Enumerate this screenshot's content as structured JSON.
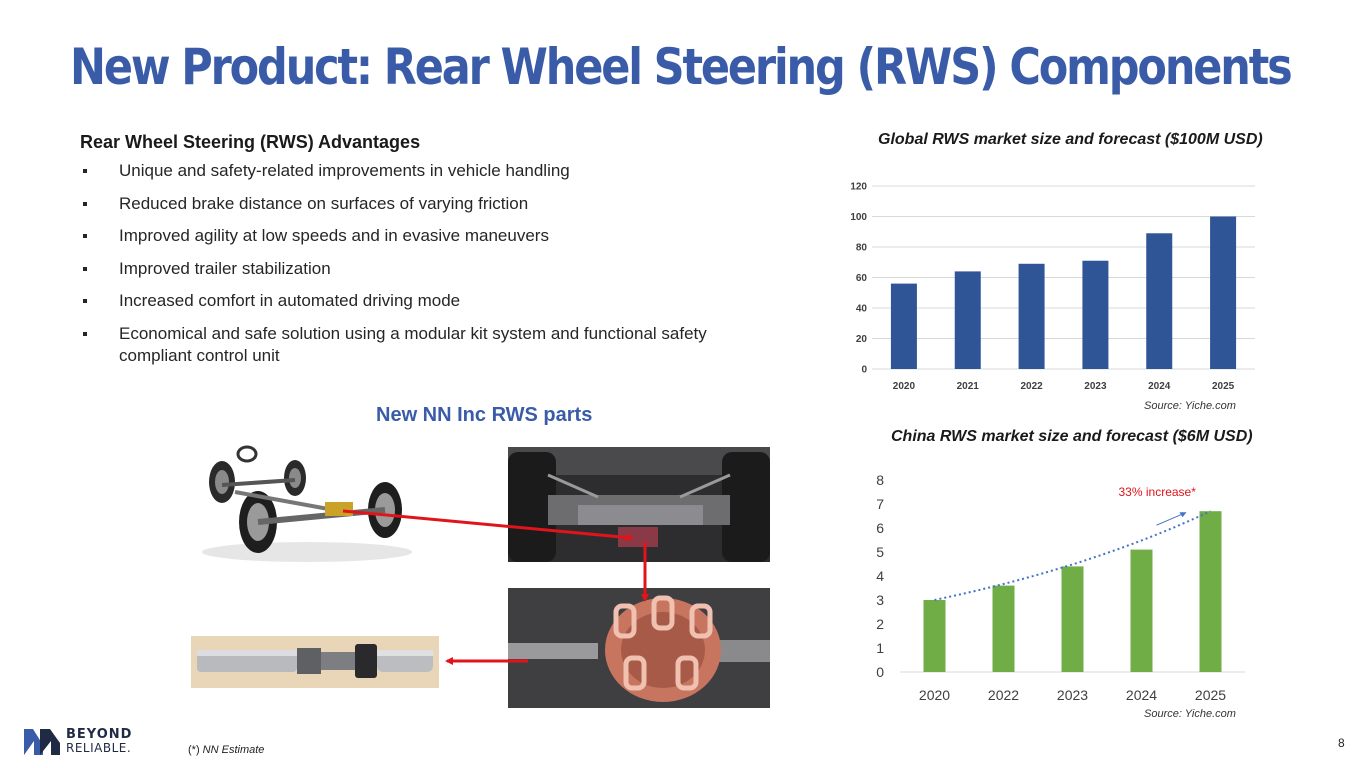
{
  "slide": {
    "title": "New Product: Rear Wheel Steering (RWS) Components",
    "page_number": "8",
    "footnote_prefix": "(*) ",
    "footnote_text": "NN Estimate"
  },
  "advantages": {
    "heading": "Rear Wheel Steering (RWS) Advantages",
    "items": [
      "Unique and safety-related improvements in vehicle handling",
      "Reduced brake distance on surfaces of varying friction",
      "Improved agility at low speeds and in evasive maneuvers",
      "Improved trailer stabilization",
      "Increased comfort in automated driving mode",
      "Economical and safe solution using a modular kit system and functional safety compliant control unit"
    ]
  },
  "parts": {
    "title": "New NN Inc RWS parts"
  },
  "logo": {
    "word1": "BEYOND",
    "word2": "RELIABLE."
  },
  "colors": {
    "brand_blue": "#3a5ca8",
    "global_bar": "#2f5597",
    "china_bar": "#70ad47",
    "arrow_red": "#e0141a",
    "annotation_red": "#e0141a"
  },
  "chart_data": [
    {
      "type": "bar",
      "title": "Global RWS market size and forecast ($100M USD)",
      "source": "Source: Yiche.com",
      "categories": [
        "2020",
        "2021",
        "2022",
        "2023",
        "2024",
        "2025"
      ],
      "values": [
        56,
        64,
        69,
        71,
        89,
        100
      ],
      "yticks": [
        "0",
        "20",
        "40",
        "60",
        "80",
        "100",
        "120"
      ],
      "ylim": [
        0,
        120
      ],
      "grid": true,
      "legend": "none"
    },
    {
      "type": "bar",
      "title": "China RWS market size and forecast ($6M USD)",
      "source": "Source: Yiche.com",
      "categories": [
        "2020",
        "2022",
        "2023",
        "2024",
        "2025"
      ],
      "values": [
        3.0,
        3.6,
        4.4,
        5.1,
        6.7
      ],
      "yticks": [
        "0",
        "1",
        "2",
        "3",
        "4",
        "5",
        "6",
        "7",
        "8"
      ],
      "ylim": [
        0,
        8
      ],
      "trendline": "exponential",
      "annotation": "33% increase*",
      "grid": false,
      "legend": "none"
    }
  ]
}
